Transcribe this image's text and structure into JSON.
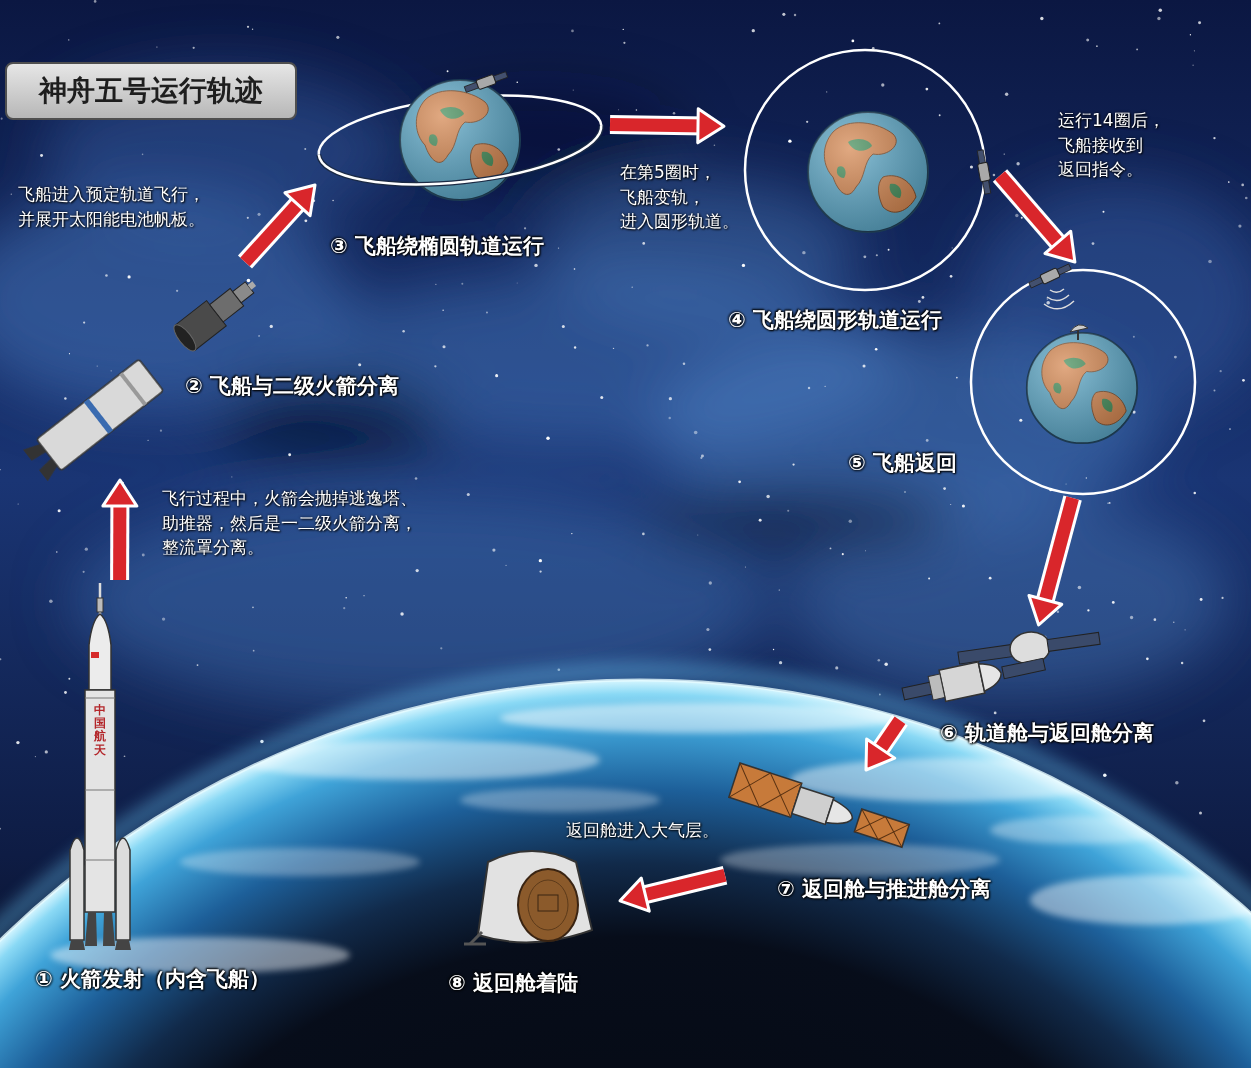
{
  "diagram": {
    "title": "神舟五号运行轨迹",
    "nodes": [
      {
        "text": [
          "① 火箭发射（内含飞船）"
        ]
      },
      {
        "text": [
          "② 飞船与二级火箭分离"
        ]
      },
      {
        "text": [
          "③ 飞船绕椭圆轨道运行"
        ]
      },
      {
        "text": [
          "④ 飞船绕圆形轨道运行"
        ]
      },
      {
        "text": [
          "⑤ 飞船返回"
        ]
      },
      {
        "text": [
          "⑥ 轨道舱与返回舱分离"
        ]
      },
      {
        "text": [
          "⑦ 返回舱与推进舱分离"
        ]
      },
      {
        "text": [
          "⑧ 返回舱着陆"
        ]
      }
    ],
    "edges": [
      {
        "from": 0,
        "to": 1,
        "arrow": "to",
        "label": "飞行过程中，火箭会抛掉逃逸塔、 助推器，然后是一二级火箭分离， 整流罩分离。"
      },
      {
        "from": 1,
        "to": 2,
        "arrow": "to",
        "label": "飞船进入预定轨道飞行， 并展开太阳能电池帆板。"
      },
      {
        "from": 2,
        "to": 3,
        "arrow": "to",
        "label": "在第5圈时， 飞船变轨， 进入圆形轨道。"
      },
      {
        "from": 3,
        "to": 4,
        "arrow": "to",
        "label": "运行14圈后， 飞船接收到 返回指令。"
      },
      {
        "from": 4,
        "to": 5,
        "arrow": "to"
      },
      {
        "from": 5,
        "to": 6,
        "arrow": "to"
      },
      {
        "from": 6,
        "to": 7,
        "arrow": "to",
        "label": "返回舱进入大气层。"
      }
    ],
    "labels": [
      "中国航天"
    ]
  }
}
